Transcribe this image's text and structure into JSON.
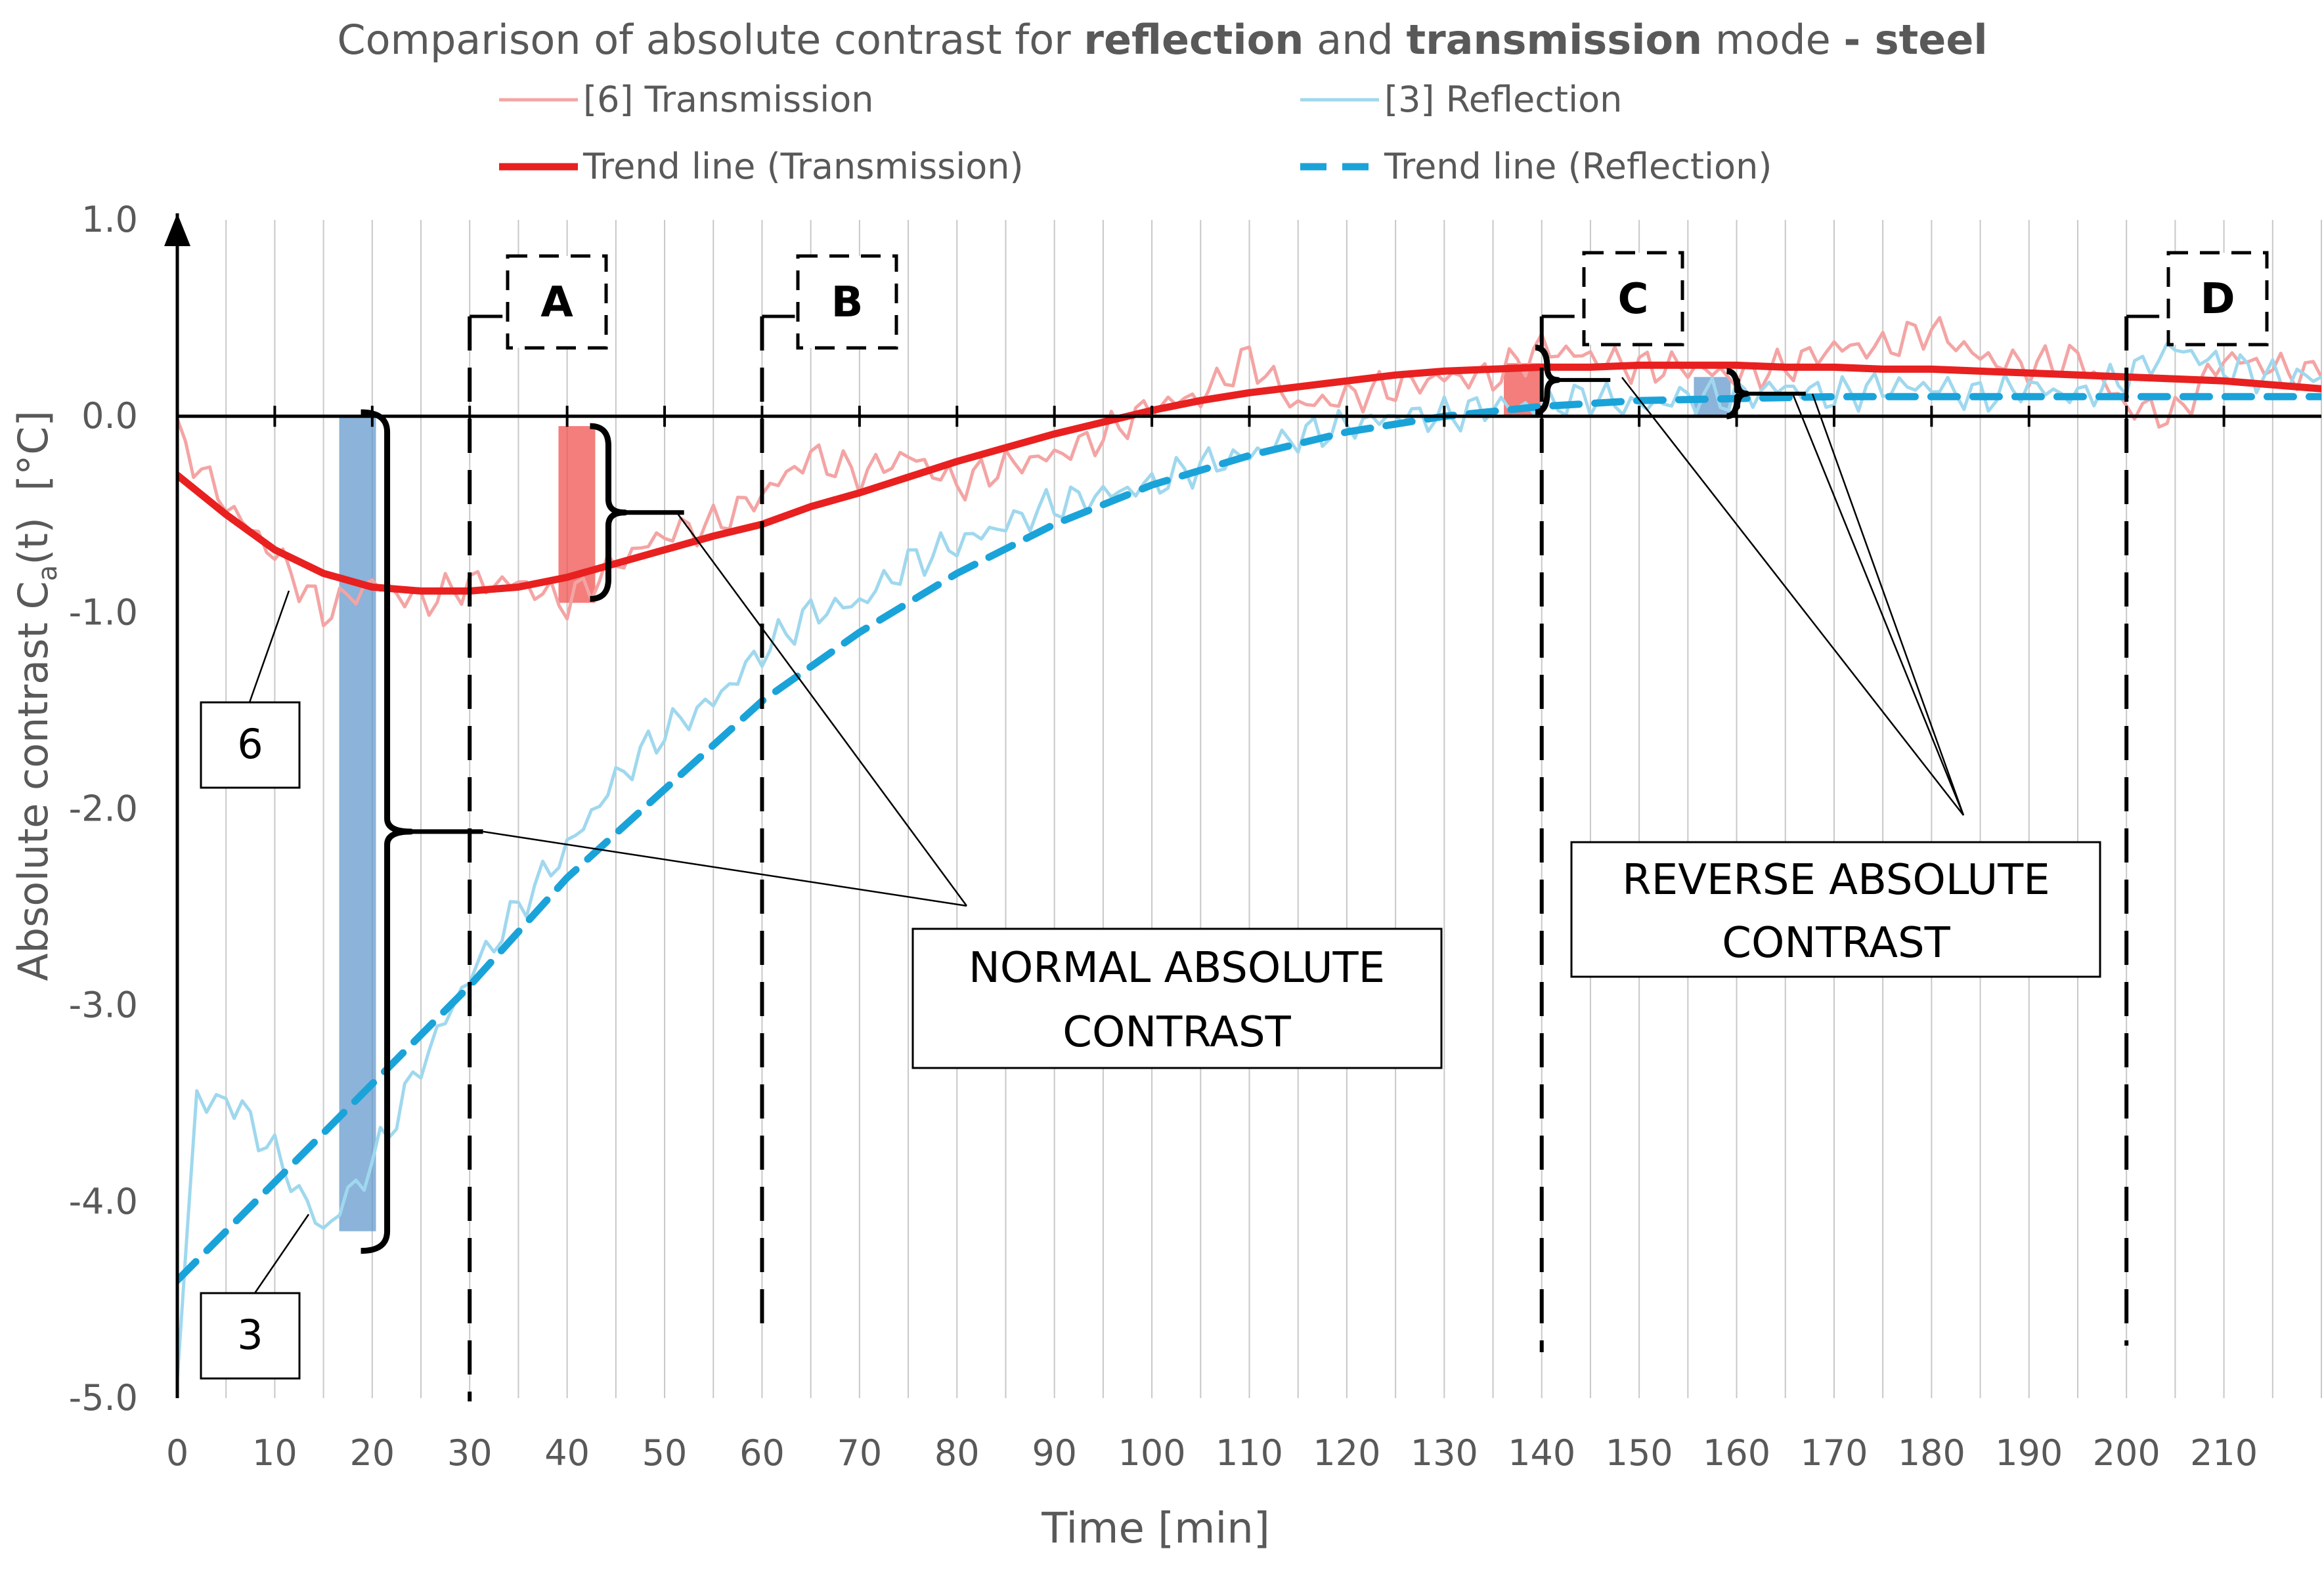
{
  "chart_data": {
    "type": "line",
    "title_parts": [
      {
        "text": "Comparison of absolute contrast for ",
        "bold": false
      },
      {
        "text": "reflection",
        "bold": true
      },
      {
        "text": " and ",
        "bold": false
      },
      {
        "text": "transmission",
        "bold": true
      },
      {
        "text": " mode ",
        "bold": false
      },
      {
        "text": "- steel",
        "bold": true
      }
    ],
    "xlabel": "Time [min]",
    "ylabel_main": "Absolute contrast C",
    "ylabel_sub": "a",
    "ylabel_tail": "(t)",
    "ylabel_unit": "[°C]",
    "xlim": [
      0,
      220
    ],
    "ylim": [
      -5,
      1
    ],
    "x_ticks": [
      0,
      10,
      20,
      30,
      40,
      50,
      60,
      70,
      80,
      90,
      100,
      110,
      120,
      130,
      140,
      150,
      160,
      170,
      180,
      190,
      200,
      210
    ],
    "y_ticks": [
      {
        "value": 1,
        "label": "1.0"
      },
      {
        "value": 0,
        "label": "0.0"
      },
      {
        "value": -1,
        "label": "-1.0"
      },
      {
        "value": -2,
        "label": "-2.0"
      },
      {
        "value": -3,
        "label": "-3.0"
      },
      {
        "value": -4,
        "label": "-4.0"
      },
      {
        "value": -5,
        "label": "-5.0"
      }
    ],
    "grid": "vertical",
    "legend": "top",
    "series": [
      {
        "name": "[6] Transmission",
        "color": "#f4a4a4",
        "style": "raw",
        "x": [
          0,
          5,
          10,
          15,
          20,
          25,
          30,
          35,
          40,
          45,
          50,
          55,
          60,
          65,
          70,
          75,
          80,
          85,
          90,
          95,
          100,
          105,
          110,
          115,
          120,
          125,
          130,
          135,
          140,
          145,
          150,
          155,
          160,
          165,
          170,
          175,
          180,
          185,
          190,
          195,
          200,
          205,
          210,
          215,
          220
        ],
        "y": [
          -0.1,
          -0.45,
          -0.7,
          -1.0,
          -0.85,
          -0.95,
          -0.85,
          -0.85,
          -0.95,
          -0.75,
          -0.6,
          -0.55,
          -0.4,
          -0.2,
          -0.3,
          -0.2,
          -0.35,
          -0.25,
          -0.2,
          -0.1,
          0.05,
          0.1,
          0.3,
          0.05,
          0.1,
          0.15,
          0.2,
          0.2,
          0.35,
          0.3,
          0.25,
          0.25,
          0.2,
          0.25,
          0.35,
          0.35,
          0.45,
          0.3,
          0.25,
          0.3,
          0.05,
          0.0,
          0.3,
          0.25,
          0.2
        ]
      },
      {
        "name": "[3] Reflection",
        "color": "#9fd8ee",
        "style": "raw",
        "x": [
          0,
          2,
          5,
          10,
          15,
          20,
          25,
          30,
          35,
          40,
          45,
          50,
          55,
          60,
          65,
          70,
          75,
          80,
          85,
          90,
          95,
          100,
          105,
          110,
          115,
          120,
          125,
          130,
          135,
          140,
          145,
          150,
          155,
          160,
          165,
          170,
          175,
          180,
          185,
          190,
          195,
          200,
          205,
          210,
          215,
          220
        ],
        "y": [
          -4.9,
          -3.5,
          -3.45,
          -3.75,
          -4.15,
          -3.8,
          -3.3,
          -2.85,
          -2.5,
          -2.2,
          -1.85,
          -1.6,
          -1.45,
          -1.2,
          -1.0,
          -0.95,
          -0.75,
          -0.65,
          -0.55,
          -0.45,
          -0.4,
          -0.35,
          -0.25,
          -0.2,
          -0.1,
          -0.05,
          0.0,
          0.0,
          0.05,
          0.05,
          0.1,
          0.05,
          0.1,
          0.1,
          0.15,
          0.1,
          0.15,
          0.15,
          0.1,
          0.15,
          0.1,
          0.2,
          0.35,
          0.25,
          0.2,
          0.2
        ]
      },
      {
        "name": "Trend line (Transmission)",
        "color": "#e82020",
        "style": "trend-solid",
        "x": [
          0,
          5,
          10,
          15,
          20,
          25,
          30,
          35,
          40,
          45,
          50,
          55,
          60,
          65,
          70,
          75,
          80,
          85,
          90,
          95,
          100,
          105,
          110,
          115,
          120,
          125,
          130,
          135,
          140,
          145,
          150,
          155,
          160,
          165,
          170,
          175,
          180,
          185,
          190,
          195,
          200,
          205,
          210,
          215,
          220
        ],
        "y": [
          -0.3,
          -0.5,
          -0.68,
          -0.8,
          -0.87,
          -0.89,
          -0.89,
          -0.87,
          -0.82,
          -0.75,
          -0.68,
          -0.61,
          -0.55,
          -0.46,
          -0.39,
          -0.31,
          -0.23,
          -0.16,
          -0.09,
          -0.03,
          0.03,
          0.08,
          0.12,
          0.15,
          0.18,
          0.21,
          0.23,
          0.24,
          0.25,
          0.25,
          0.26,
          0.26,
          0.26,
          0.25,
          0.25,
          0.24,
          0.24,
          0.23,
          0.22,
          0.21,
          0.2,
          0.19,
          0.18,
          0.16,
          0.14
        ]
      },
      {
        "name": "Trend line (Reflection)",
        "color": "#1aa3d9",
        "style": "trend-dashed",
        "x": [
          0,
          10,
          20,
          30,
          40,
          50,
          60,
          70,
          80,
          90,
          100,
          110,
          120,
          130,
          140,
          150,
          160,
          170,
          180,
          190,
          200,
          210,
          220
        ],
        "y": [
          -4.4,
          -3.9,
          -3.4,
          -2.9,
          -2.35,
          -1.9,
          -1.45,
          -1.1,
          -0.8,
          -0.55,
          -0.35,
          -0.2,
          -0.08,
          0.0,
          0.05,
          0.08,
          0.09,
          0.1,
          0.1,
          0.1,
          0.1,
          0.1,
          0.1
        ]
      }
    ],
    "phase_markers": [
      {
        "label": "A",
        "x": 30
      },
      {
        "label": "B",
        "x": 60
      },
      {
        "label": "C",
        "x": 140
      },
      {
        "label": "D",
        "x": 200
      }
    ],
    "annotations": [
      {
        "label": "6"
      },
      {
        "label": "3"
      },
      {
        "label_lines": [
          "NORMAL ABSOLUTE",
          "CONTRAST"
        ]
      },
      {
        "label_lines": [
          "REVERSE ABSOLUTE",
          "CONTRAST"
        ]
      }
    ],
    "contrast_highlights": [
      {
        "x": 18.5,
        "y1": -4.15,
        "y2": 0.0,
        "color": "#6699cc"
      },
      {
        "x": 41,
        "y1": -0.95,
        "y2": -0.05,
        "color": "#ef5350"
      },
      {
        "x": 138,
        "y1": 0.0,
        "y2": 0.27,
        "color": "#ef5350"
      },
      {
        "x": 157.5,
        "y1": 0.0,
        "y2": 0.2,
        "color": "#6699cc"
      }
    ]
  }
}
